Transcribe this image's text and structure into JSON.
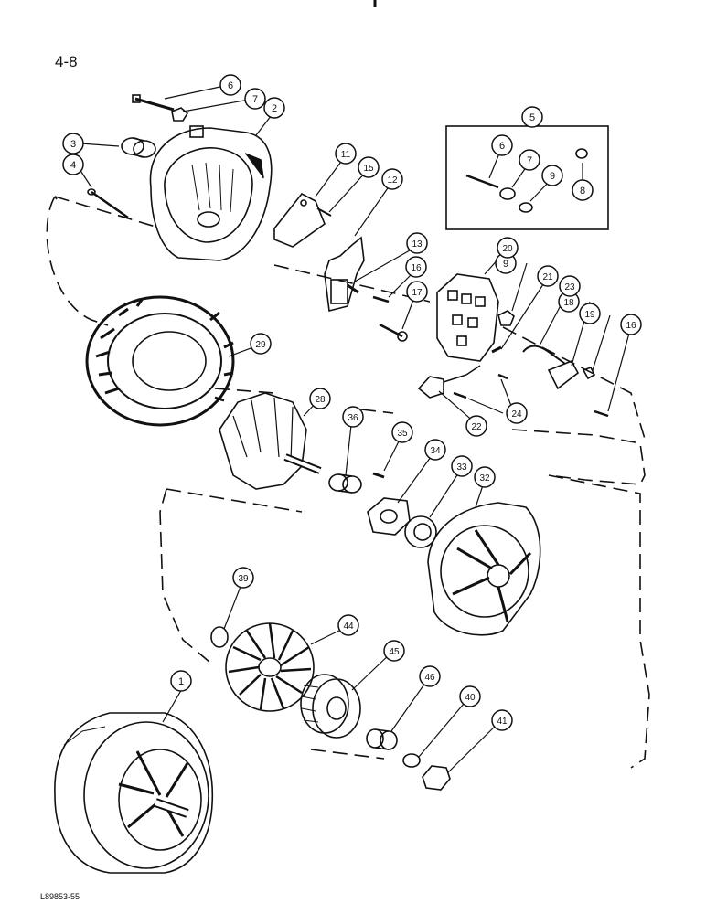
{
  "page": {
    "number": "4-8",
    "figure_code": "L89853-55"
  },
  "callouts": [
    "1",
    "2",
    "3",
    "4",
    "5",
    "6",
    "6",
    "7",
    "7",
    "8",
    "9",
    "9",
    "11",
    "12",
    "13",
    "15",
    "16",
    "16",
    "17",
    "18",
    "19",
    "20",
    "21",
    "22",
    "23",
    "24",
    "28",
    "29",
    "32",
    "33",
    "34",
    "35",
    "36",
    "39",
    "40",
    "41",
    "44",
    "45",
    "46"
  ],
  "colors": {
    "ink": "#111111",
    "paper": "#ffffff",
    "shade": "#555555"
  }
}
